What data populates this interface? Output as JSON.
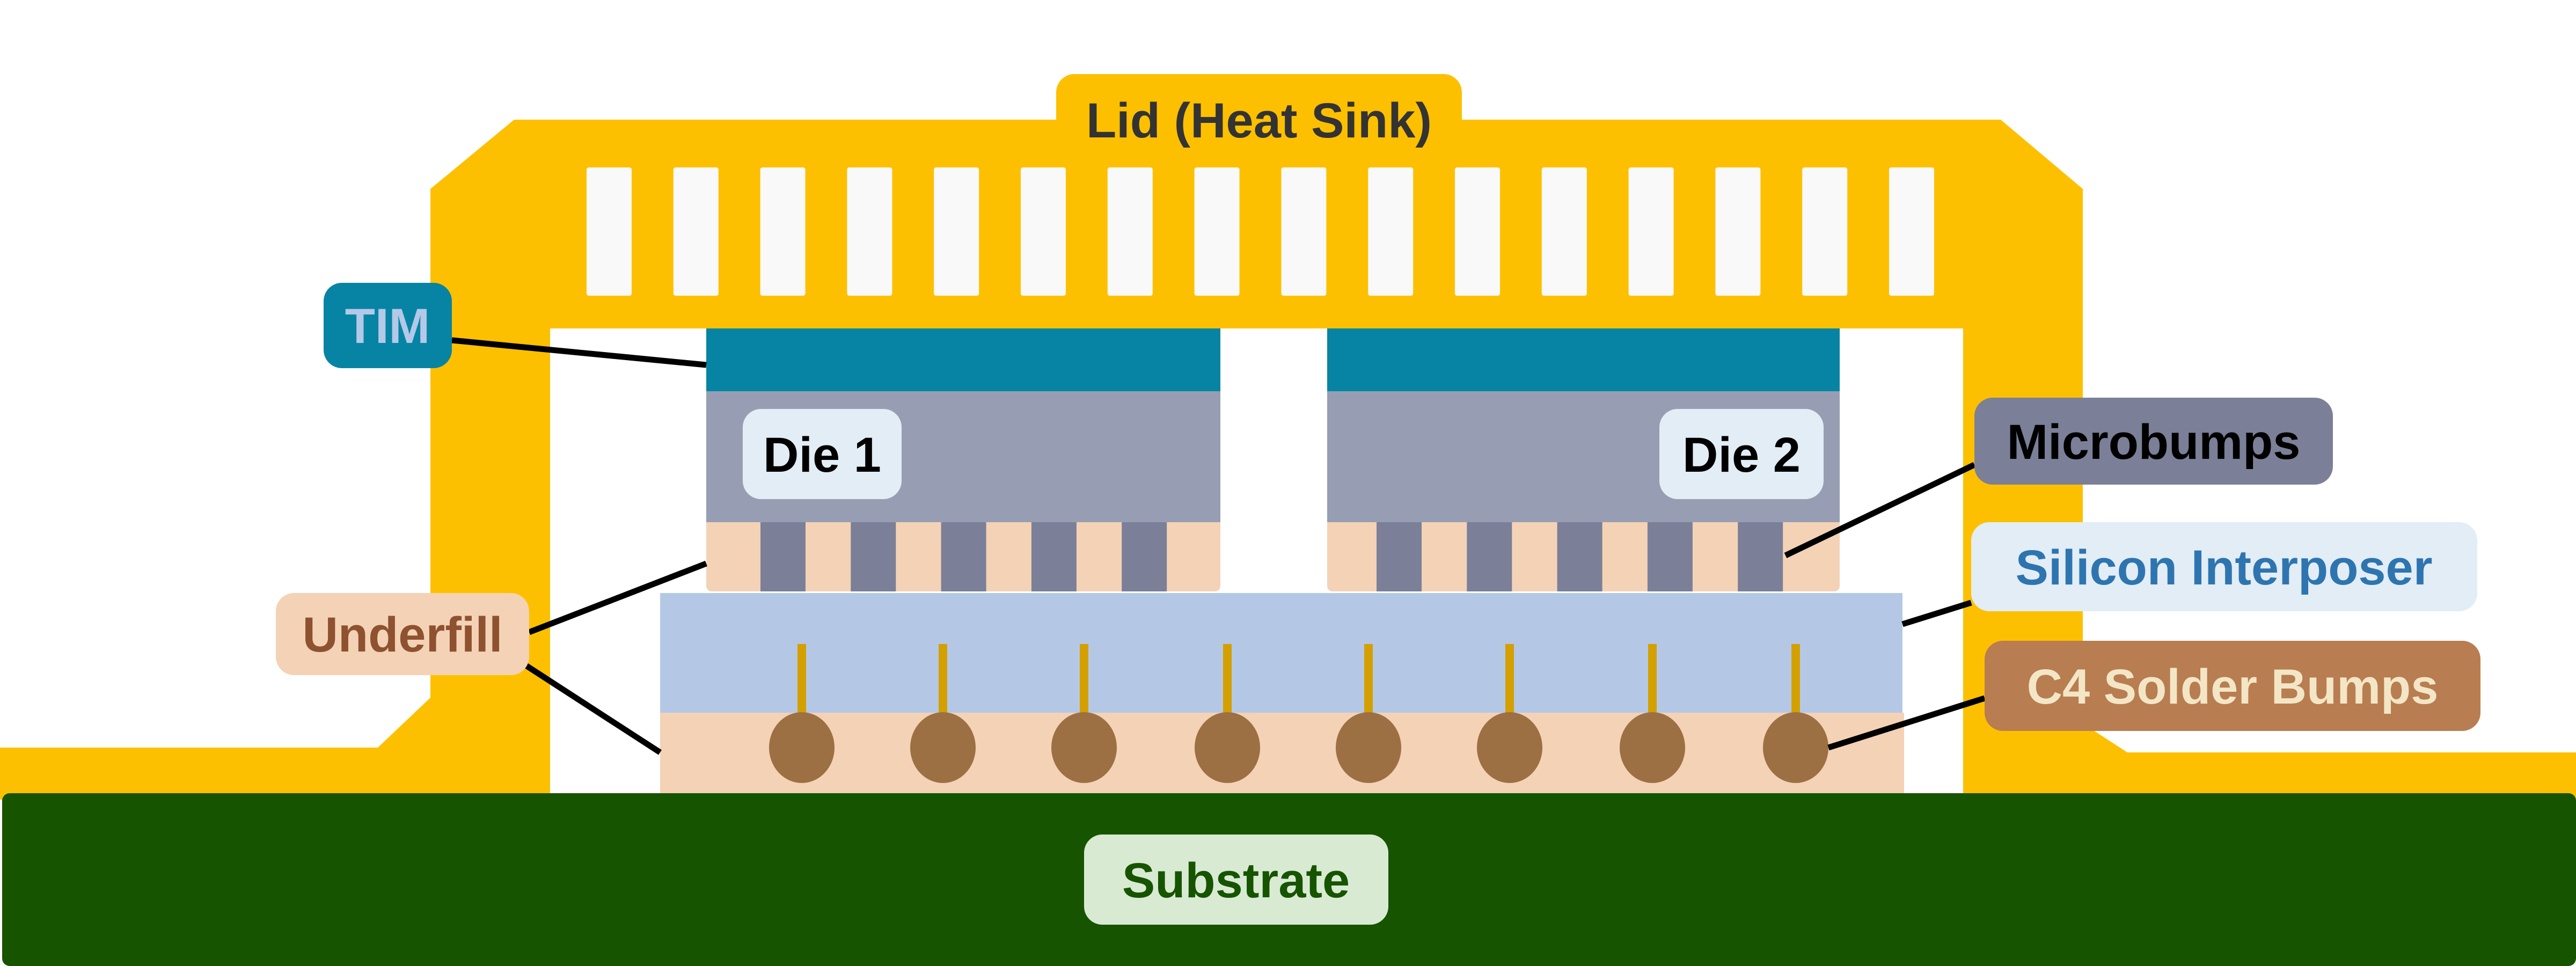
{
  "labels": {
    "lid": "Lid (Heat Sink)",
    "tim": "TIM",
    "die1": "Die 1",
    "die2": "Die 2",
    "microbumps": "Microbumps",
    "interposer": "Silicon Interposer",
    "c4": "C4 Solder Bumps",
    "underfill": "Underfill",
    "substrate": "Substrate"
  },
  "colors": {
    "lid": "#FDC000",
    "fin": "#F9F9F9",
    "tim": "#0784A3",
    "die": "#979EB3",
    "microbump": "#7B8098",
    "underfill": "#F4D2B6",
    "interposer": "#B4C8E6",
    "c4_bump": "#9C7043",
    "via": "#D4A000",
    "substrate": "#165400"
  }
}
